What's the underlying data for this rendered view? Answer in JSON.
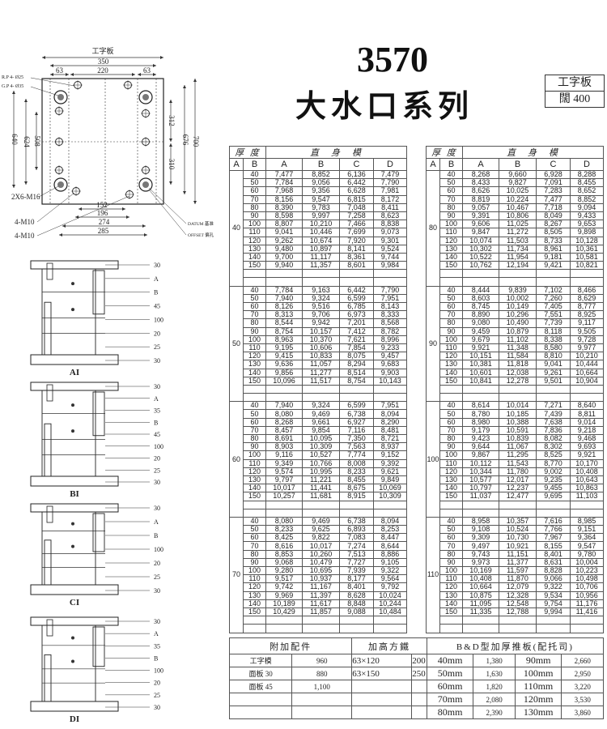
{
  "header": {
    "model": "3570",
    "series": "大水口系列",
    "spec_label": "工字板",
    "spec_value": "闊 400"
  },
  "plan_view": {
    "plate_label": "工字板",
    "dims": {
      "w350": "350",
      "l63": "63",
      "c220": "220",
      "r63": "63",
      "h640": "640",
      "h624": "624",
      "h508": "508",
      "h312": "312",
      "h310": "310",
      "h676": "676",
      "h700": "700",
      "b152": "152",
      "b196": "196",
      "b274": "274",
      "b285": "285"
    },
    "callouts": {
      "rp": "R.P 4- Ø25",
      "gp": "G.P 4- Ø35",
      "m16": "2X6-M16",
      "m10a": "4-M10",
      "m10b": "4-M10",
      "datum": "DATUM 基准",
      "offset": "OFFSET 偏孔"
    }
  },
  "sections": [
    {
      "name": "AI",
      "labels": [
        "30",
        "A",
        "B",
        "45",
        "100",
        "20",
        "25",
        "30"
      ]
    },
    {
      "name": "BI",
      "labels": [
        "30",
        "A",
        "35",
        "B",
        "45",
        "100",
        "20",
        "25",
        "30"
      ]
    },
    {
      "name": "CI",
      "labels": [
        "30",
        "A",
        "B",
        "100",
        "20",
        "25",
        "30"
      ]
    },
    {
      "name": "DI",
      "labels": [
        "30",
        "A",
        "35",
        "B",
        "100",
        "20",
        "25",
        "30"
      ]
    }
  ],
  "price_table": {
    "header_thickness": "厚 度",
    "header_type": "直　身　模",
    "col_a": "A",
    "col_b": "B",
    "cols": [
      "A",
      "B",
      "C",
      "D"
    ],
    "left_groups": [
      {
        "a": "40",
        "rows": [
          [
            "40",
            "7,477",
            "8,852",
            "6,136",
            "7,479"
          ],
          [
            "50",
            "7,784",
            "9,056",
            "6,442",
            "7,790"
          ],
          [
            "60",
            "7,968",
            "9,356",
            "6,628",
            "7,981"
          ],
          [
            "70",
            "8,156",
            "9,547",
            "6,815",
            "8,172"
          ],
          [
            "80",
            "8,390",
            "9,783",
            "7,048",
            "8,411"
          ],
          [
            "90",
            "8,598",
            "9,997",
            "7,258",
            "8,623"
          ],
          [
            "100",
            "8,807",
            "10,210",
            "7,466",
            "8,838"
          ],
          [
            "110",
            "9,041",
            "10,446",
            "7,699",
            "9,073"
          ],
          [
            "120",
            "9,262",
            "10,674",
            "7,920",
            "9,301"
          ],
          [
            "130",
            "9,480",
            "10,897",
            "8,141",
            "9,524"
          ],
          [
            "140",
            "9,700",
            "11,117",
            "8,361",
            "9,744"
          ],
          [
            "150",
            "9,940",
            "11,357",
            "8,601",
            "9,984"
          ]
        ]
      },
      {
        "a": "50",
        "rows": [
          [
            "40",
            "7,784",
            "9,163",
            "6,442",
            "7,790"
          ],
          [
            "50",
            "7,940",
            "9,324",
            "6,599",
            "7,951"
          ],
          [
            "60",
            "8,126",
            "9,516",
            "6,785",
            "8,143"
          ],
          [
            "70",
            "8,313",
            "9,706",
            "6,973",
            "8,333"
          ],
          [
            "80",
            "8,544",
            "9,942",
            "7,201",
            "8,568"
          ],
          [
            "90",
            "8,754",
            "10,157",
            "7,412",
            "8,782"
          ],
          [
            "100",
            "8,963",
            "10,370",
            "7,621",
            "8,996"
          ],
          [
            "110",
            "9,195",
            "10,606",
            "7,854",
            "9,233"
          ],
          [
            "120",
            "9,415",
            "10,833",
            "8,075",
            "9,457"
          ],
          [
            "130",
            "9,636",
            "11,057",
            "8,294",
            "9,683"
          ],
          [
            "140",
            "9,856",
            "11,277",
            "8,514",
            "9,903"
          ],
          [
            "150",
            "10,096",
            "11,517",
            "8,754",
            "10,143"
          ]
        ]
      },
      {
        "a": "60",
        "rows": [
          [
            "40",
            "7,940",
            "9,324",
            "6,599",
            "7,951"
          ],
          [
            "50",
            "8,080",
            "9,469",
            "6,738",
            "8,094"
          ],
          [
            "60",
            "8,268",
            "9,661",
            "6,927",
            "8,290"
          ],
          [
            "70",
            "8,457",
            "9,854",
            "7,116",
            "8,481"
          ],
          [
            "80",
            "8,691",
            "10,095",
            "7,350",
            "8,721"
          ],
          [
            "90",
            "8,903",
            "10,309",
            "7,563",
            "8,937"
          ],
          [
            "100",
            "9,116",
            "10,527",
            "7,774",
            "9,152"
          ],
          [
            "110",
            "9,349",
            "10,766",
            "8,008",
            "9,392"
          ],
          [
            "120",
            "9,574",
            "10,995",
            "8,233",
            "9,621"
          ],
          [
            "130",
            "9,797",
            "11,221",
            "8,455",
            "9,849"
          ],
          [
            "140",
            "10,017",
            "11,441",
            "8,675",
            "10,069"
          ],
          [
            "150",
            "10,257",
            "11,681",
            "8,915",
            "10,309"
          ]
        ]
      },
      {
        "a": "70",
        "rows": [
          [
            "40",
            "8,080",
            "9,469",
            "6,738",
            "8,094"
          ],
          [
            "50",
            "8,233",
            "9,625",
            "6,893",
            "8,253"
          ],
          [
            "60",
            "8,425",
            "9,822",
            "7,083",
            "8,447"
          ],
          [
            "70",
            "8,616",
            "10,017",
            "7,274",
            "8,644"
          ],
          [
            "80",
            "8,853",
            "10,260",
            "7,513",
            "8,886"
          ],
          [
            "90",
            "9,068",
            "10,479",
            "7,727",
            "9,105"
          ],
          [
            "100",
            "9,280",
            "10,695",
            "7,939",
            "9,322"
          ],
          [
            "110",
            "9,517",
            "10,937",
            "8,177",
            "9,564"
          ],
          [
            "120",
            "9,742",
            "11,167",
            "8,401",
            "9,792"
          ],
          [
            "130",
            "9,969",
            "11,397",
            "8,628",
            "10,024"
          ],
          [
            "140",
            "10,189",
            "11,617",
            "8,848",
            "10,244"
          ],
          [
            "150",
            "10,429",
            "11,857",
            "9,088",
            "10,484"
          ]
        ]
      }
    ],
    "right_groups": [
      {
        "a": "80",
        "rows": [
          [
            "40",
            "8,268",
            "9,660",
            "6,928",
            "8,288"
          ],
          [
            "50",
            "8,433",
            "9,827",
            "7,091",
            "8,455"
          ],
          [
            "60",
            "8,626",
            "10,025",
            "7,283",
            "8,652"
          ],
          [
            "70",
            "8,819",
            "10,224",
            "7,477",
            "8,852"
          ],
          [
            "80",
            "9,057",
            "10,467",
            "7,718",
            "9,094"
          ],
          [
            "90",
            "9,391",
            "10,806",
            "8,049",
            "9,433"
          ],
          [
            "100",
            "9,606",
            "11,025",
            "8,267",
            "9,653"
          ],
          [
            "110",
            "9,847",
            "11,272",
            "8,505",
            "9,898"
          ],
          [
            "120",
            "10,074",
            "11,503",
            "8,733",
            "10,128"
          ],
          [
            "130",
            "10,302",
            "11,734",
            "8,961",
            "10,361"
          ],
          [
            "140",
            "10,522",
            "11,954",
            "9,181",
            "10,581"
          ],
          [
            "150",
            "10,762",
            "12,194",
            "9,421",
            "10,821"
          ]
        ]
      },
      {
        "a": "90",
        "rows": [
          [
            "40",
            "8,444",
            "9,839",
            "7,102",
            "8,466"
          ],
          [
            "50",
            "8,603",
            "10,002",
            "7,260",
            "8,629"
          ],
          [
            "60",
            "8,745",
            "10,149",
            "7,405",
            "8,777"
          ],
          [
            "70",
            "8,890",
            "10,296",
            "7,551",
            "8,925"
          ],
          [
            "80",
            "9,080",
            "10,490",
            "7,739",
            "9,117"
          ],
          [
            "90",
            "9,459",
            "10,879",
            "8,118",
            "9,505"
          ],
          [
            "100",
            "9,679",
            "11,102",
            "8,338",
            "9,728"
          ],
          [
            "110",
            "9,921",
            "11,348",
            "8,580",
            "9,977"
          ],
          [
            "120",
            "10,151",
            "11,584",
            "8,810",
            "10,210"
          ],
          [
            "130",
            "10,381",
            "11,818",
            "9,041",
            "10,444"
          ],
          [
            "140",
            "10,601",
            "12,038",
            "9,261",
            "10,664"
          ],
          [
            "150",
            "10,841",
            "12,278",
            "9,501",
            "10,904"
          ]
        ]
      },
      {
        "a": "100",
        "rows": [
          [
            "40",
            "8,614",
            "10,014",
            "7,271",
            "8,640"
          ],
          [
            "50",
            "8,780",
            "10,185",
            "7,439",
            "8,811"
          ],
          [
            "60",
            "8,980",
            "10,388",
            "7,638",
            "9,014"
          ],
          [
            "70",
            "9,179",
            "10,591",
            "7,836",
            "9,218"
          ],
          [
            "80",
            "9,423",
            "10,839",
            "8,082",
            "9,468"
          ],
          [
            "90",
            "9,644",
            "11,067",
            "8,302",
            "9,693"
          ],
          [
            "100",
            "9,867",
            "11,295",
            "8,525",
            "9,921"
          ],
          [
            "110",
            "10,112",
            "11,543",
            "8,770",
            "10,170"
          ],
          [
            "120",
            "10,344",
            "11,780",
            "9,002",
            "10,408"
          ],
          [
            "130",
            "10,577",
            "12,017",
            "9,235",
            "10,643"
          ],
          [
            "140",
            "10,797",
            "12,237",
            "9,455",
            "10,863"
          ],
          [
            "150",
            "11,037",
            "12,477",
            "9,695",
            "11,103"
          ]
        ]
      },
      {
        "a": "110",
        "rows": [
          [
            "40",
            "8,958",
            "10,357",
            "7,616",
            "8,985"
          ],
          [
            "50",
            "9,108",
            "10,524",
            "7,766",
            "9,151"
          ],
          [
            "60",
            "9,309",
            "10,730",
            "7,967",
            "9,364"
          ],
          [
            "70",
            "9,497",
            "10,921",
            "8,155",
            "9,547"
          ],
          [
            "80",
            "9,743",
            "11,151",
            "8,401",
            "9,780"
          ],
          [
            "90",
            "9,973",
            "11,377",
            "8,631",
            "10,004"
          ],
          [
            "100",
            "10,169",
            "11,597",
            "8,828",
            "10,223"
          ],
          [
            "110",
            "10,408",
            "11,870",
            "9,066",
            "10,498"
          ],
          [
            "120",
            "10,664",
            "12,079",
            "9,322",
            "10,706"
          ],
          [
            "130",
            "10,875",
            "12,328",
            "9,534",
            "10,956"
          ],
          [
            "140",
            "11,095",
            "12,548",
            "9,754",
            "11,176"
          ],
          [
            "150",
            "11,335",
            "12,788",
            "9,994",
            "11,416"
          ]
        ]
      }
    ]
  },
  "accessories": {
    "header": "附加配件",
    "items": [
      [
        "工字模",
        "960"
      ],
      [
        "面板 30",
        "880"
      ],
      [
        "面板 45",
        "1,100"
      ]
    ]
  },
  "spacer_blocks": {
    "header": "加高方鐵",
    "items": [
      [
        "63×120",
        "200"
      ],
      [
        "63×150",
        "250"
      ]
    ]
  },
  "bd_plates": {
    "header": "B&D型加厚推板(配托司)",
    "items": [
      [
        "40mm",
        "1,380",
        "90mm",
        "2,660"
      ],
      [
        "50mm",
        "1,630",
        "100mm",
        "2,950"
      ],
      [
        "60mm",
        "1,820",
        "110mm",
        "3,220"
      ],
      [
        "70mm",
        "2,080",
        "120mm",
        "3,530"
      ],
      [
        "80mm",
        "2,390",
        "130mm",
        "3,860"
      ]
    ]
  }
}
